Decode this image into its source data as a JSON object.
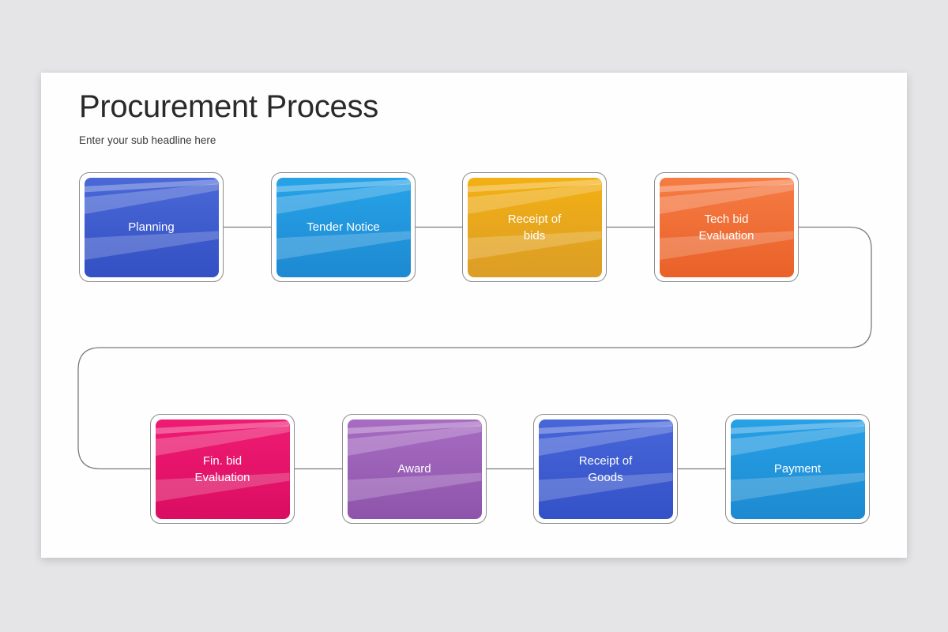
{
  "canvas": {
    "background": "#e5e4e6",
    "slide_background": "#fefefe"
  },
  "header": {
    "title": "Procurement Process",
    "subtitle": "Enter your sub headline here"
  },
  "flow": {
    "connector_color": "#7b7b7b",
    "frame_border_color": "#8c8c8c",
    "label_color": "#ffffff",
    "steps": [
      {
        "label": "Planning",
        "gradient_top": "#4a68d6",
        "gradient_bottom": "#3350c4"
      },
      {
        "label": "Tender Notice",
        "gradient_top": "#27a3e8",
        "gradient_bottom": "#1d89d1"
      },
      {
        "label": "Receipt of bids",
        "gradient_top": "#f3b013",
        "gradient_bottom": "#db9d26"
      },
      {
        "label": "Tech bid Evaluation",
        "gradient_top": "#f67c44",
        "gradient_bottom": "#e96128"
      },
      {
        "label": "Fin. bid Evaluation",
        "gradient_top": "#ef1b72",
        "gradient_bottom": "#da0d62"
      },
      {
        "label": "Award",
        "gradient_top": "#a76cc2",
        "gradient_bottom": "#8e54ab"
      },
      {
        "label": "Receipt of Goods",
        "gradient_top": "#4766d9",
        "gradient_bottom": "#3452c7"
      },
      {
        "label": "Payment",
        "gradient_top": "#27a0e6",
        "gradient_bottom": "#1d8ad0"
      }
    ]
  }
}
